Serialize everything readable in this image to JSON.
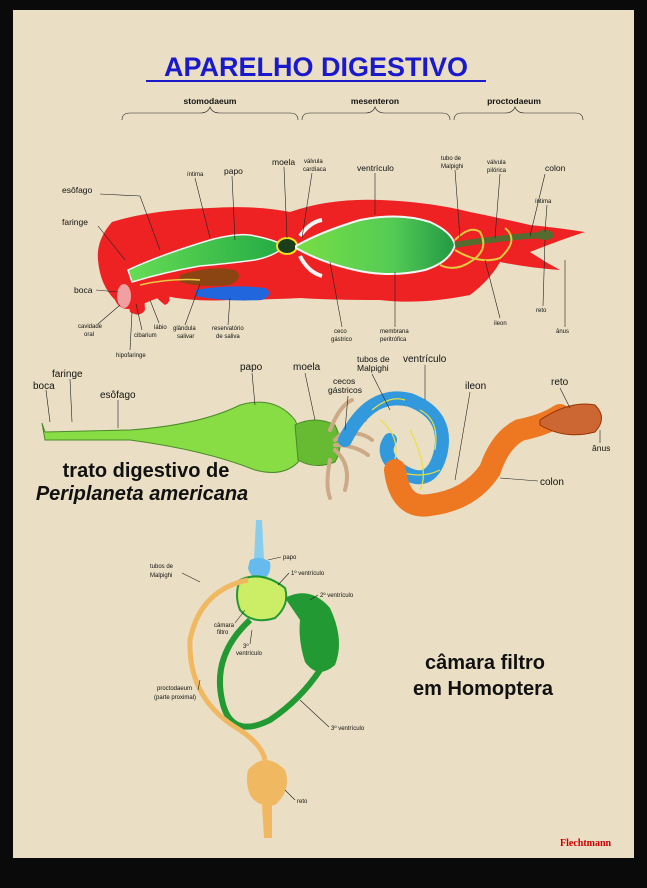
{
  "title": "APARELHO DIGESTIVO",
  "regions": {
    "stomodaeum": "stomodaeum",
    "mesenteron": "mesenteron",
    "proctodaeum": "proctodaeum"
  },
  "top_labels": {
    "intima_left": "íntima",
    "papo": "papo",
    "moela": "moela",
    "valvula_cardiaca_1": "válvula",
    "valvula_cardiaca_2": "cardíaca",
    "ventriculo": "ventrículo",
    "tubo_malpighi_1": "tubo de",
    "tubo_malpighi_2": "Malpighi",
    "valvula_pilorica_1": "válvula",
    "valvula_pilorica_2": "pilórica",
    "colon": "colon",
    "esofago": "esôfago",
    "faringe": "faringe",
    "intima_right": "íntima",
    "boca": "boca",
    "cavidade_oral_1": "cavidade",
    "cavidade_oral_2": "oral",
    "labio": "lábio",
    "cibarium": "cibarium",
    "glandula_salivar_1": "glândula",
    "glandula_salivar_2": "salivar",
    "reservatorio_1": "reservatório",
    "reservatorio_2": "de saliva",
    "ceco_gastrico_1": "ceco",
    "ceco_gastrico_2": "gástrico",
    "membrana_1": "membrana",
    "membrana_2": "peritrófica",
    "ileon": "ileon",
    "reto": "reto",
    "anus": "ânus",
    "hipofaringe": "hipofaringe"
  },
  "mid_labels": {
    "boca": "boca",
    "faringe": "faringe",
    "esofago": "esôfago",
    "papo": "papo",
    "moela": "moela",
    "cecos_1": "cecos",
    "cecos_2": "gástricos",
    "tubos_1": "tubos de",
    "tubos_2": "Malpighi",
    "ventriculo": "ventrículo",
    "ileon": "ileon",
    "reto": "reto",
    "anus": "ânus",
    "colon": "colon",
    "caption_1": "trato digestivo de",
    "caption_2": "Periplaneta americana"
  },
  "bottom_labels": {
    "tubos_1": "tubos de",
    "tubos_2": "Malpighi",
    "papo": "papo",
    "v1": "1º ventrículo",
    "v2": "2º ventrículo",
    "camara_1": "câmara",
    "camara_2": "filtro",
    "v3_small_1": "3º",
    "v3_small_2": "ventrículo",
    "proct_1": "proctodaeum",
    "proct_2": "(parte proximal)",
    "v3": "3º ventrículo",
    "reto": "reto",
    "caption_1": "câmara filtro",
    "caption_2": "em Homoptera"
  },
  "credit": "Flechtmann",
  "colors": {
    "frame": "#0a0a0a",
    "background": "#eadfc4",
    "title": "#1a1acc",
    "body_red": "#ee2222",
    "crop_green": "#33cc55",
    "gizzard_dark": "#1a3d1a",
    "midgut_green": "#22aa44",
    "gland_brown": "#8b4513",
    "reservoir_blue": "#2266dd",
    "tubule_yellow": "#e8c840",
    "mid_green": "#88dd44",
    "ventricle_blue": "#3399dd",
    "hindgut_orange": "#ee7722",
    "filter_green": "#229933",
    "rectum_tan": "#f0b860",
    "credit_red": "#cc0000"
  }
}
